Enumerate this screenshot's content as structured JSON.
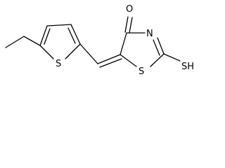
{
  "molecule": {
    "atoms": {
      "thiophene_s": "S",
      "ring_s": "S",
      "ring_n": "N",
      "carbonyl_o": "O",
      "thiol_sh": "SH"
    },
    "colors": {
      "bond": "#000000",
      "label": "#000000",
      "background": "#ffffff"
    }
  }
}
